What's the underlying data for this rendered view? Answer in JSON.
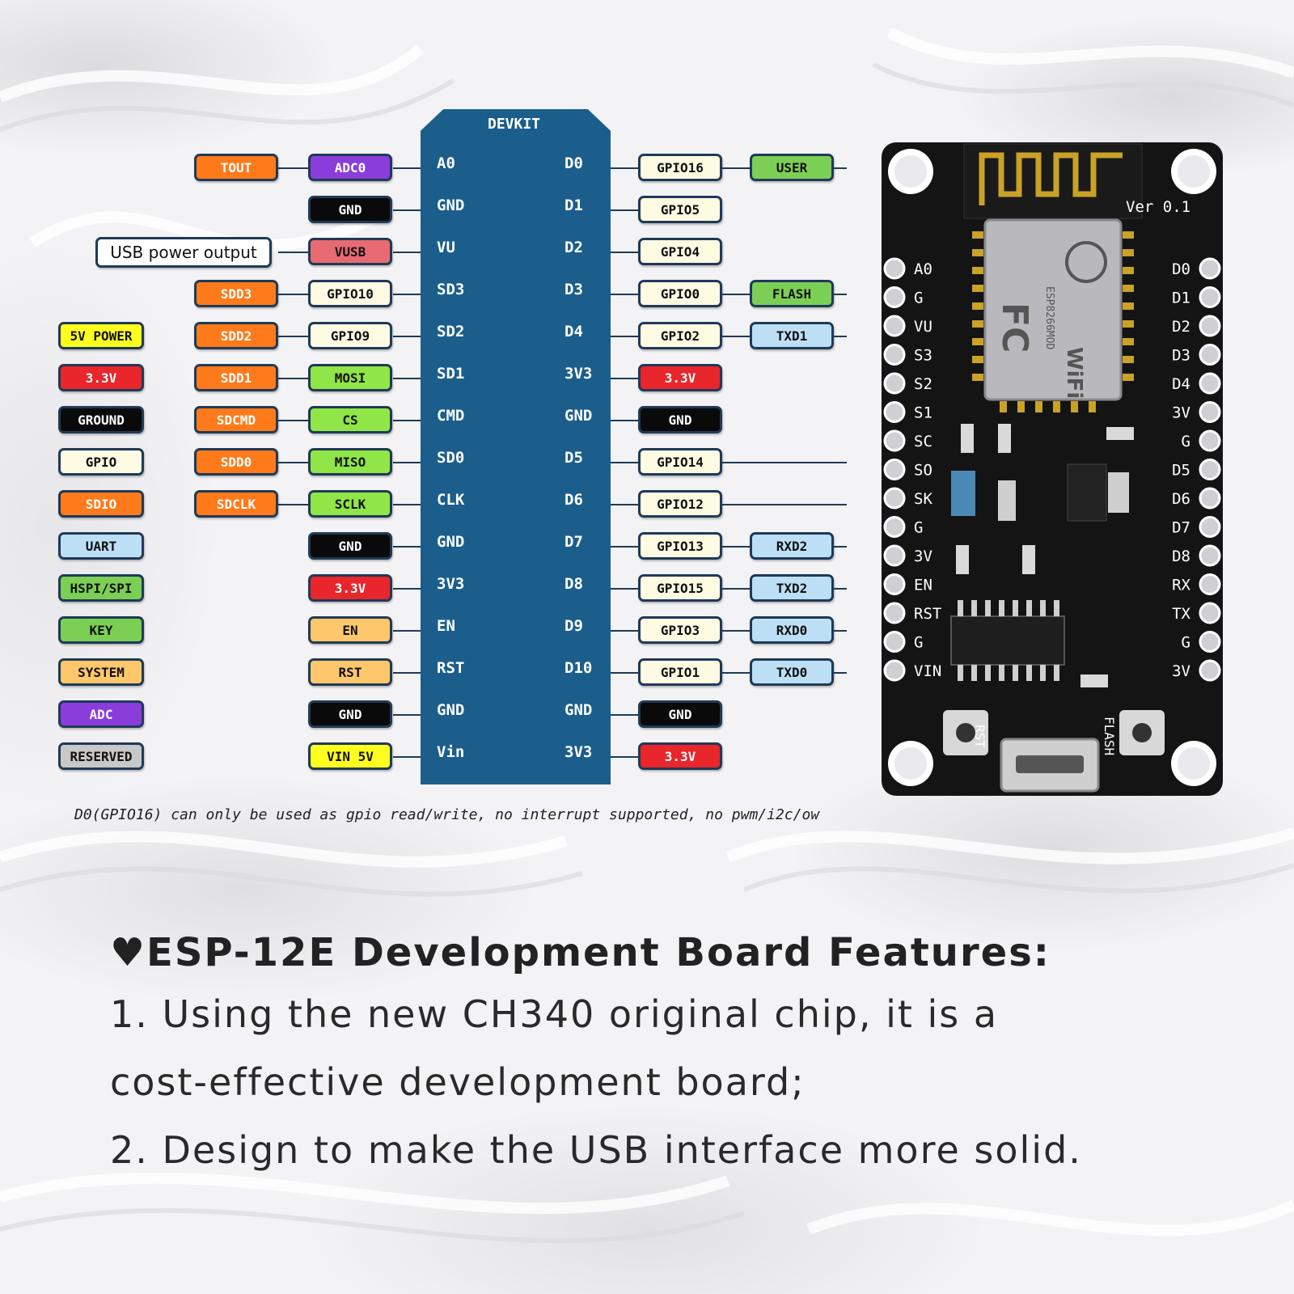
{
  "devkit_title": "DEVKIT",
  "colors": {
    "orange": "#ff7a1a",
    "purple": "#8a3ddb",
    "black": "#0a0a0a",
    "pink": "#e86a72",
    "light": "#fffbe3",
    "green": "#8fe646",
    "red": "#e8262b",
    "tan": "#ffc76b",
    "yellow": "#ffff1f",
    "blue": "#bddff5",
    "lgreen": "#7ccf55",
    "grey": "#c8c8c8",
    "devkit": "#1b5e8c"
  },
  "left_pins": [
    "A0",
    "GND",
    "VU",
    "SD3",
    "SD2",
    "SD1",
    "CMD",
    "SD0",
    "CLK",
    "GND",
    "3V3",
    "EN",
    "RST",
    "GND",
    "Vin"
  ],
  "right_pins": [
    "D0",
    "D1",
    "D2",
    "D3",
    "D4",
    "3V3",
    "GND",
    "D5",
    "D6",
    "D7",
    "D8",
    "D9",
    "D10",
    "GND",
    "3V3"
  ],
  "left_outer": [
    "TOUT",
    "",
    "",
    "SDD3",
    "SDD2",
    "SDD1",
    "SDCMD",
    "SDD0",
    "SDCLK",
    "",
    "",
    "",
    "",
    "",
    ""
  ],
  "left_inner": [
    "ADC0",
    "GND",
    "VUSB",
    "GPIO10",
    "GPIO9",
    "MOSI",
    "CS",
    "MISO",
    "SCLK",
    "GND",
    "3.3V",
    "EN",
    "RST",
    "GND",
    "VIN 5V"
  ],
  "right_inner": [
    "GPIO16",
    "GPIO5",
    "GPIO4",
    "GPIO0",
    "GPIO2",
    "3.3V",
    "GND",
    "GPIO14",
    "GPIO12",
    "GPIO13",
    "GPIO15",
    "GPIO3",
    "GPIO1",
    "GND",
    "3.3V"
  ],
  "right_outer": [
    "USER",
    "",
    "",
    "FLASH",
    "TXD1",
    "",
    "",
    "",
    "",
    "RXD2",
    "TXD2",
    "RXD0",
    "TXD0",
    "",
    ""
  ],
  "usb_note": "USB power output",
  "legend": [
    "5V POWER",
    "3.3V",
    "GROUND",
    "GPIO",
    "SDIO",
    "UART",
    "HSPI/SPI",
    "KEY",
    "SYSTEM",
    "ADC",
    "RESERVED"
  ],
  "footnote": "D0(GPIO16) can only be used as gpio read/write, no interrupt supported, no pwm/i2c/ow",
  "board": {
    "version": "Ver 0.1",
    "left_labels": [
      "A0",
      "G",
      "VU",
      "S3",
      "S2",
      "S1",
      "SC",
      "SO",
      "SK",
      "G",
      "3V",
      "EN",
      "RST",
      "G",
      "VIN"
    ],
    "right_labels": [
      "D0",
      "D1",
      "D2",
      "D3",
      "D4",
      "3V",
      "G",
      "D5",
      "D6",
      "D7",
      "D8",
      "RX",
      "TX",
      "G",
      "3V"
    ],
    "module_text": "ESP8266MOD",
    "wifi_text": "WiFi",
    "rst_label": "RST",
    "flash_label": "FLASH"
  },
  "features": {
    "heading": "ESP-12E Development Board Features:",
    "item1_line1": "1. Using the new CH340 original chip, it is a",
    "item1_line2": "cost-effective development board;",
    "item2": "2. Design to make the USB interface more solid."
  }
}
